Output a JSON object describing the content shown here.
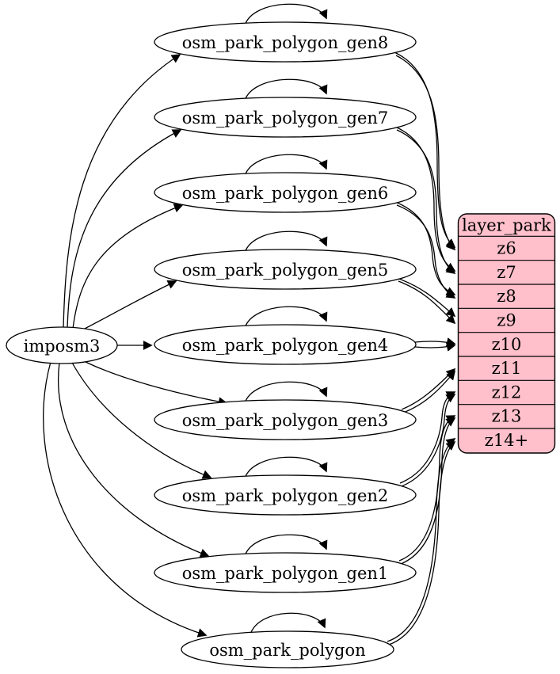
{
  "diagram": {
    "type": "graphviz-etl",
    "background_color": "#ffffff",
    "edge_color": "#000000",
    "node_fill": "#ffffff",
    "node_stroke": "#000000",
    "table_fill": "#ffc0cb",
    "text_color": "#000000"
  },
  "nodes": {
    "imposm3": {
      "label": "imposm3"
    },
    "gen8": {
      "label": "osm_park_polygon_gen8"
    },
    "gen7": {
      "label": "osm_park_polygon_gen7"
    },
    "gen6": {
      "label": "osm_park_polygon_gen6"
    },
    "gen5": {
      "label": "osm_park_polygon_gen5"
    },
    "gen4": {
      "label": "osm_park_polygon_gen4"
    },
    "gen3": {
      "label": "osm_park_polygon_gen3"
    },
    "gen2": {
      "label": "osm_park_polygon_gen2"
    },
    "gen1": {
      "label": "osm_park_polygon_gen1"
    },
    "polygon": {
      "label": "osm_park_polygon"
    }
  },
  "table": {
    "title": "layer_park",
    "rows": [
      "z6",
      "z7",
      "z8",
      "z9",
      "z10",
      "z11",
      "z12",
      "z13",
      "z14+"
    ]
  },
  "edges": {
    "source_to_tables": [
      {
        "from": "imposm3",
        "to": "osm_park_polygon_gen8"
      },
      {
        "from": "imposm3",
        "to": "osm_park_polygon_gen7"
      },
      {
        "from": "imposm3",
        "to": "osm_park_polygon_gen6"
      },
      {
        "from": "imposm3",
        "to": "osm_park_polygon_gen5"
      },
      {
        "from": "imposm3",
        "to": "osm_park_polygon_gen4"
      },
      {
        "from": "imposm3",
        "to": "osm_park_polygon_gen3"
      },
      {
        "from": "imposm3",
        "to": "osm_park_polygon_gen2"
      },
      {
        "from": "imposm3",
        "to": "osm_park_polygon_gen1"
      },
      {
        "from": "imposm3",
        "to": "osm_park_polygon"
      }
    ],
    "self_loops": [
      "osm_park_polygon_gen8",
      "osm_park_polygon_gen7",
      "osm_park_polygon_gen6",
      "osm_park_polygon_gen5",
      "osm_park_polygon_gen4",
      "osm_park_polygon_gen3",
      "osm_park_polygon_gen2",
      "osm_park_polygon_gen1",
      "osm_park_polygon"
    ],
    "tables_to_layer": [
      {
        "from": "osm_park_polygon_gen8",
        "to": "z6",
        "count": 2
      },
      {
        "from": "osm_park_polygon_gen7",
        "to": "z7",
        "count": 2
      },
      {
        "from": "osm_park_polygon_gen6",
        "to": "z8",
        "count": 2
      },
      {
        "from": "osm_park_polygon_gen5",
        "to": "z9",
        "count": 2
      },
      {
        "from": "osm_park_polygon_gen4",
        "to": "z10",
        "count": 2
      },
      {
        "from": "osm_park_polygon_gen3",
        "to": "z11",
        "count": 2
      },
      {
        "from": "osm_park_polygon_gen2",
        "to": "z12",
        "count": 2
      },
      {
        "from": "osm_park_polygon_gen1",
        "to": "z13",
        "count": 2
      },
      {
        "from": "osm_park_polygon",
        "to": "z14+",
        "count": 2
      }
    ]
  }
}
